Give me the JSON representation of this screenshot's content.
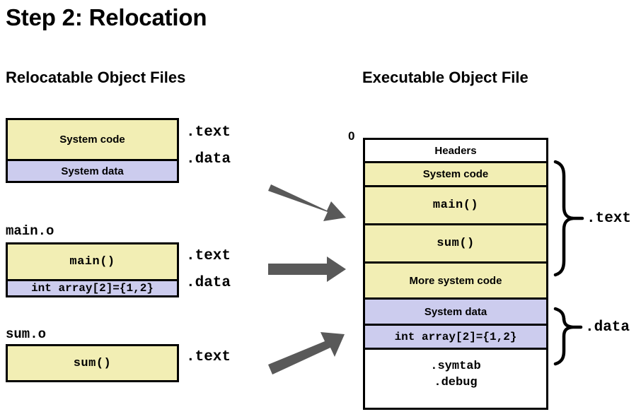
{
  "slide": {
    "title": "Step 2: Relocation",
    "headings": {
      "left": "Relocatable Object Files",
      "right": "Executable Object File"
    }
  },
  "left_column": {
    "groups": [
      {
        "file_label": "",
        "segments": [
          {
            "text": "System code",
            "kind": "code",
            "style": "sans",
            "side_label": ".text"
          },
          {
            "text": "System data",
            "kind": "data",
            "style": "sans",
            "side_label": ".data"
          }
        ]
      },
      {
        "file_label": "main.o",
        "segments": [
          {
            "text": "main()",
            "kind": "code",
            "style": "mono",
            "side_label": ".text"
          },
          {
            "text": "int array[2]={1,2}",
            "kind": "data",
            "style": "mono-sm",
            "side_label": ".data"
          }
        ]
      },
      {
        "file_label": "sum.o",
        "segments": [
          {
            "text": "sum()",
            "kind": "code",
            "style": "mono",
            "side_label": ".text"
          }
        ]
      }
    ]
  },
  "right_column": {
    "start_address": "0",
    "segments": [
      {
        "text": "Headers",
        "kind": "plain",
        "style": "sans"
      },
      {
        "text": "System code",
        "kind": "code",
        "style": "sans"
      },
      {
        "text": "main()",
        "kind": "code",
        "style": "mono"
      },
      {
        "text": "sum()",
        "kind": "code",
        "style": "mono"
      },
      {
        "text": "More system code",
        "kind": "code",
        "style": "sans"
      },
      {
        "text": "System data",
        "kind": "data",
        "style": "sans"
      },
      {
        "text": "int array[2]={1,2}",
        "kind": "data",
        "style": "mono-sm"
      }
    ],
    "tail": {
      "line1": ".symtab",
      "line2": ".debug"
    },
    "braces": [
      {
        "label": ".text"
      },
      {
        "label": ".data"
      }
    ]
  },
  "arrows": [
    {
      "name": "arrow-system-to-exec"
    },
    {
      "name": "arrow-main-to-exec"
    },
    {
      "name": "arrow-sum-to-exec"
    }
  ],
  "colors": {
    "code_fill": "#f2eeb4",
    "data_fill": "#ccccee",
    "plain_fill": "#ffffff",
    "outline": "#000000",
    "arrow": "#595959"
  }
}
